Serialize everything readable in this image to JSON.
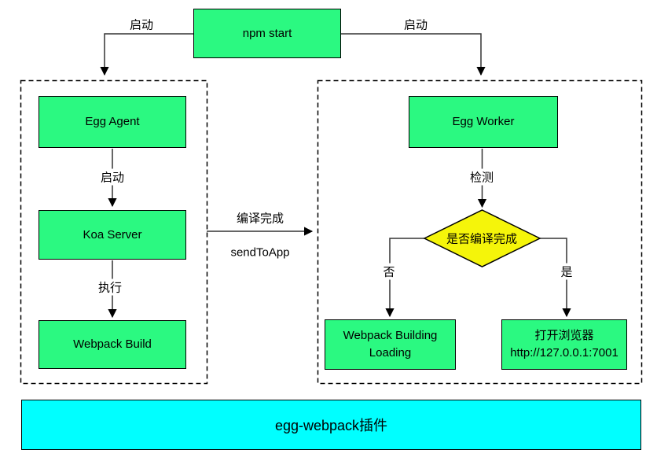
{
  "diagram": {
    "type": "flowchart",
    "colors": {
      "process_fill": "#2bf981",
      "decision_fill": "#f5f50a",
      "banner_fill": "#00ffff",
      "line": "#333333",
      "border": "#000000"
    },
    "nodes": {
      "npm_start": {
        "label": "npm start"
      },
      "egg_agent": {
        "label": "Egg Agent"
      },
      "koa_server": {
        "label": "Koa Server"
      },
      "webpack_build": {
        "label": "Webpack Build"
      },
      "egg_worker": {
        "label": "Egg Worker"
      },
      "decision": {
        "label": "是否编译完成"
      },
      "webpack_building_loading": {
        "line1": "Webpack Building",
        "line2": "Loading"
      },
      "open_browser": {
        "line1": "打开浏览器",
        "line2": "http://127.0.0.1:7001"
      },
      "banner": {
        "label": "egg-webpack插件"
      }
    },
    "edge_labels": {
      "npm_to_agent": "启动",
      "npm_to_worker": "启动",
      "agent_to_koa": "启动",
      "koa_to_webpack": "执行",
      "worker_to_decision": "检测",
      "compile_done": "编译完成",
      "send_to_app": "sendToApp",
      "branch_no": "否",
      "branch_yes": "是"
    }
  }
}
